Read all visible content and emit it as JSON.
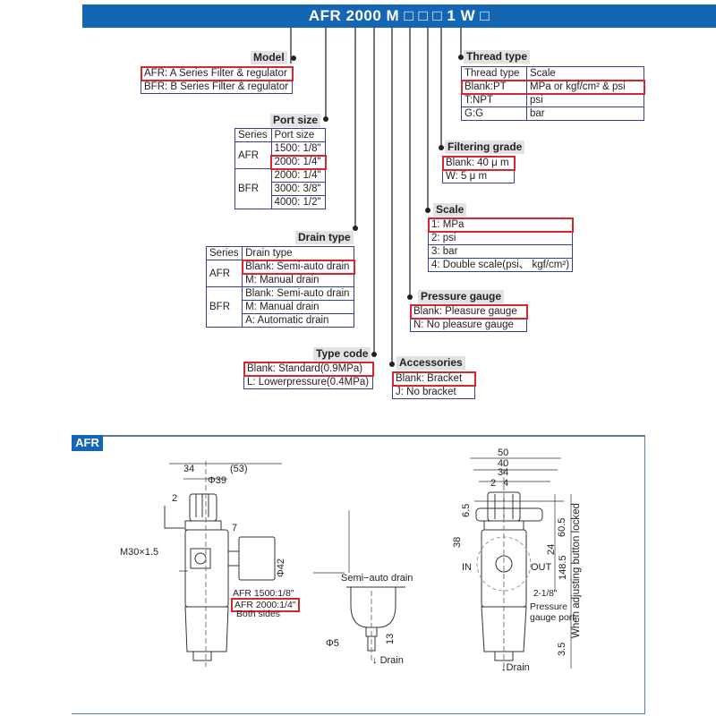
{
  "header": {
    "code": "AFR 2000 M □ □ □ 1 W □"
  },
  "model": {
    "label": "Model",
    "rows": [
      "AFR: A Series Filter & regulator",
      "BFR: B Series Filter & regulator"
    ]
  },
  "port_size": {
    "label": "Port size",
    "head": [
      "Series",
      "Port size"
    ],
    "afr": "AFR",
    "bfr": "BFR",
    "afr_rows": [
      "1500: 1/8\"",
      "2000: 1/4\""
    ],
    "bfr_rows": [
      "2000: 1/4\"",
      "3000: 3/8\"",
      "4000: 1/2\""
    ]
  },
  "drain_type": {
    "label": "Drain type",
    "head": [
      "Series",
      "Drain type"
    ],
    "afr": "AFR",
    "bfr": "BFR",
    "afr_rows": [
      "Blank: Semi-auto drain",
      "M: Manual drain"
    ],
    "bfr_rows": [
      "Blank: Semi-auto drain",
      "M: Manual drain",
      "A: Automatic drain"
    ]
  },
  "type_code": {
    "label": "Type code",
    "rows": [
      "Blank: Standard(0.9MPa)",
      "L: Lowerpressure(0.4MPa)"
    ]
  },
  "accessories": {
    "label": "Accessories",
    "rows": [
      "Blank: Bracket",
      "J: No bracket"
    ]
  },
  "pressure_gauge": {
    "label": "Pressure gauge",
    "rows": [
      "Blank: Pleasure gauge",
      "N: No pleasure gauge"
    ]
  },
  "scale": {
    "label": "Scale",
    "rows": [
      "1: MPa",
      "2: psi",
      "3: bar",
      "4: Double scale(psi、 kgf/cm²)"
    ]
  },
  "filtering_grade": {
    "label": "Filtering grade",
    "rows": [
      "Blank: 40 μ m",
      "W: 5 μ m"
    ]
  },
  "thread_type": {
    "label": "Thread type",
    "head": [
      "Thread type",
      "Scale"
    ],
    "rows": [
      [
        "Blank:PT",
        "MPa or  kgf/cm² & psi"
      ],
      [
        "T:NPT",
        "psi"
      ],
      [
        "G:G",
        "bar"
      ]
    ]
  },
  "drawing": {
    "tag": "AFR",
    "left": {
      "d34": "34",
      "d53": "(53)",
      "phi39": "Φ39",
      "d2": "2",
      "d7": "7",
      "m30": "M30×1.5",
      "phi42": "Φ42",
      "port1": "AFR 1500:1/8\"",
      "port2": "AFR 2000:1/4\"",
      "both": "Both sides"
    },
    "middle": {
      "title": "Semi−auto drain",
      "phi5": "Φ5",
      "d13": "13",
      "drain": "Drain"
    },
    "right": {
      "d50": "50",
      "d40": "40",
      "d34": "34",
      "d2": "2",
      "d4": "4",
      "d65": "6.5",
      "d38": "38",
      "d605": "60.5",
      "d24": "24",
      "d1485": "148.5",
      "in": "IN",
      "out": "OUT",
      "gport1": "2-1/8\"",
      "gport2": "Pressure",
      "gport3": "gauge port",
      "d35": "3.5",
      "drain": "Drain",
      "locked": "When adjusting button locked"
    }
  }
}
